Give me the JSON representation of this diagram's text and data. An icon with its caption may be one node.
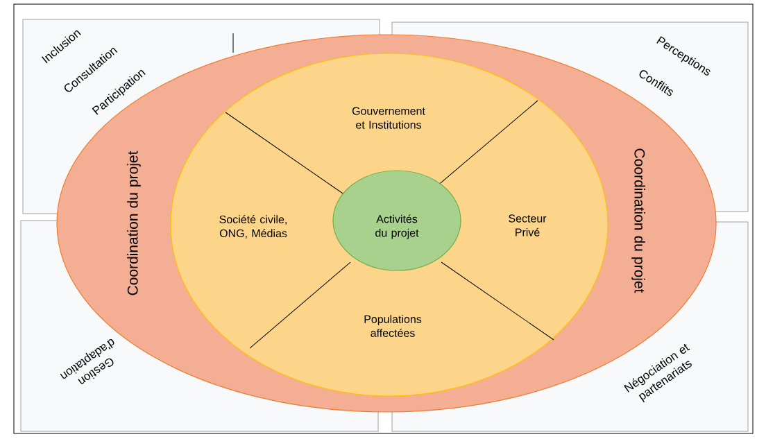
{
  "diagram": {
    "nodes": [
      {
        "text": [
          "Coordination du projet",
          "Coordination du projet"
        ]
      },
      {
        "text": [
          "Gouvernement et Institutions",
          "Société civile, ONG, Médias",
          "Secteur Privé",
          "Populations affectées"
        ],
        "in": 0
      },
      {
        "text": [
          "Activités du projet"
        ],
        "in": 1
      }
    ],
    "labels": [
      "Inclusion",
      "Consultation",
      "Participation",
      "Perceptions",
      "Conflits",
      "Gestion d'adaptation",
      "Négociation et partenariats"
    ]
  }
}
